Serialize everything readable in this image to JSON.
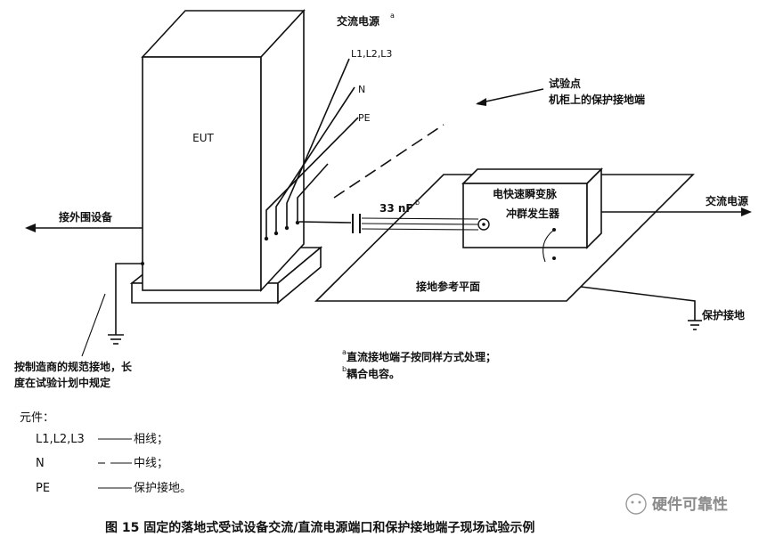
{
  "diagram": {
    "eut_label": "EUT",
    "ac_power_top": "交流电源",
    "ac_power_top_sup": "a",
    "phase_wires": "L1,L2,L3",
    "neutral": "N",
    "pe": "PE",
    "test_point_line1": "试验点",
    "test_point_line2": "机柜上的保护接地端",
    "to_peripherals": "接外围设备",
    "capacitor": "33 nF",
    "capacitor_sup": "b",
    "generator_line1": "电快速瞬变脉",
    "generator_line2": "冲群发生器",
    "ac_power_right": "交流电源",
    "ground_plane": "接地参考平面",
    "protective_earth": "保护接地",
    "mfr_ground_line1": "按制造商的规范接地，长",
    "mfr_ground_line2": "度在试验计划中规定",
    "note_a": "直流接地端子按同样方式处理；",
    "note_a_mark": "a",
    "note_b": "耦合电容。",
    "note_b_mark": "b"
  },
  "legend": {
    "heading": "元件：",
    "rows": [
      {
        "symbol": "L1,L2,L3",
        "desc": "相线；"
      },
      {
        "symbol": "N",
        "desc": "中线；"
      },
      {
        "symbol": "PE",
        "desc": "保护接地。"
      }
    ]
  },
  "caption": "图 15   固定的落地式受试设备交流/直流电源端口和保护接地端子现场试验示例",
  "watermark": "硬件可靠性"
}
